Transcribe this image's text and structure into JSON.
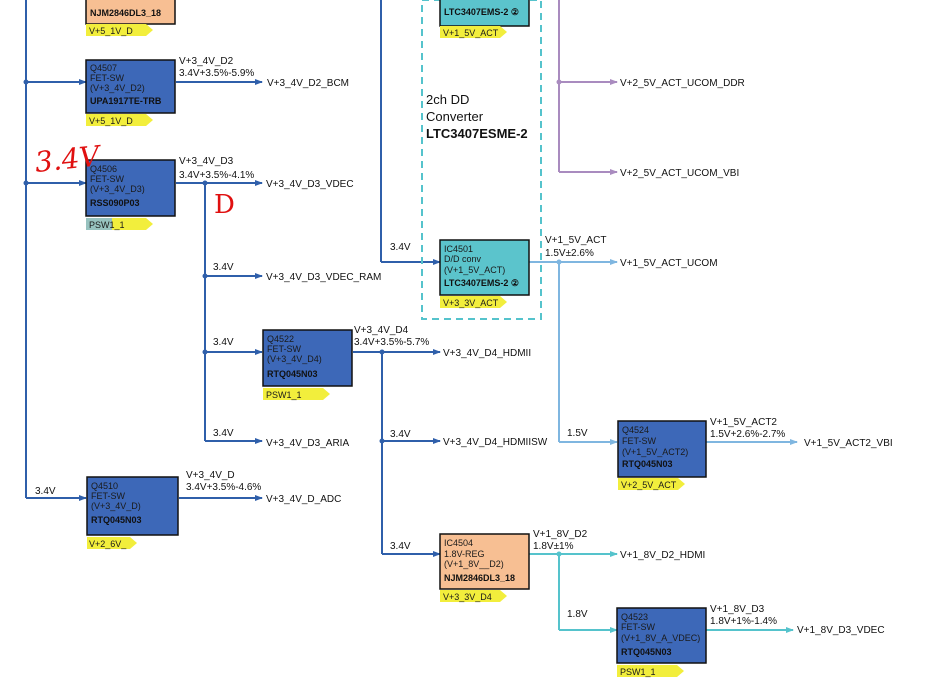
{
  "colors": {
    "blue_line": "#2f5faa",
    "light_blue_line": "#7fb6e0",
    "teal_line": "#55c3cc",
    "purple_line": "#a98bbf",
    "fet_fill": "#3d68b8",
    "dd_fill": "#5bc4cc",
    "reg_fill": "#f7bf93",
    "tag_fill": "#f2ee3c",
    "hand_red": "#e01010"
  },
  "top": {
    "reg_partial_model": "NJM2846DL3_18",
    "reg_partial_tag": "V+5_1V_D",
    "dd_partial_model": "LTC3407EMS-2 ②",
    "dd_partial_tag": "V+1_5V_ACT",
    "ucom_ddr": "V+2_5V_ACT_UCOM_DDR",
    "ucom_vbi": "V+2_5V_ACT_UCOM_VBI"
  },
  "converter_group": {
    "line1": "2ch DD",
    "line2": "Converter",
    "model": "LTC3407ESME-2"
  },
  "components": {
    "q4507": {
      "ref": "Q4507",
      "type": "FET-SW",
      "net": "(V+3_4V_D2)",
      "model": "UPA1917TE-TRB",
      "tag": "V+5_1V_D"
    },
    "q4506": {
      "ref": "Q4506",
      "type": "FET-SW",
      "net": "(V+3_4V_D3)",
      "model": "RSS090P03",
      "tag": "PSW1_1"
    },
    "q4522": {
      "ref": "Q4522",
      "type": "FET-SW",
      "net": "(V+3_4V_D4)",
      "model": "RTQ045N03",
      "tag": "PSW1_1"
    },
    "q4510": {
      "ref": "Q4510",
      "type": "FET-SW",
      "net": "(V+3_4V_D)",
      "model": "RTQ045N03",
      "tag": "V+2_6V_"
    },
    "ic4501": {
      "ref": "IC4501",
      "type": "D/D conv",
      "net": "(V+1_5V_ACT)",
      "model": "LTC3407EMS-2 ②",
      "tag": "V+3_3V_ACT"
    },
    "q4524": {
      "ref": "Q4524",
      "type": "FET-SW",
      "net": "(V+1_5V_ACT2)",
      "model": "RTQ045N03",
      "tag": "V+2_5V_ACT"
    },
    "ic4504": {
      "ref": "IC4504",
      "type": "1.8V-REG",
      "net": "(V+1_8V__D2)",
      "model": "NJM2846DL3_18",
      "tag": "V+3_3V_D4"
    },
    "q4523": {
      "ref": "Q4523",
      "type": "FET-SW",
      "net": "(V+1_8V_A_VDEC)",
      "model": "RTQ045N03",
      "tag": "PSW1_1"
    }
  },
  "rails": {
    "d2_name": "V+3_4V_D2",
    "d2_spec": "3.4V+3.5%-5.9%",
    "d2_out": "V+3_4V_D2_BCM",
    "d3_name": "V+3_4V_D3",
    "d3_spec": "3.4V+3.5%-4.1%",
    "d3_out": "V+3_4V_D3_VDEC",
    "d3_ram_v": "3.4V",
    "d3_ram": "V+3_4V_D3_VDEC_RAM",
    "d4_in_v": "3.4V",
    "d4_name": "V+3_4V_D4",
    "d4_spec": "3.4V+3.5%-5.7%",
    "d4_out": "V+3_4V_D4_HDMII",
    "d4sw_v": "3.4V",
    "d4sw": "V+3_4V_D4_HDMIISW",
    "aria_v": "3.4V",
    "aria": "V+3_4V_D3_ARIA",
    "d_in_v": "3.4V",
    "d_name": "V+3_4V_D",
    "d_spec": "3.4V+3.5%-4.6%",
    "d_out": "V+3_4V_D_ADC",
    "act_in_v": "3.4V",
    "act_name": "V+1_5V_ACT",
    "act_spec": "1.5V±2.6%",
    "act_out": "V+1_5V_ACT_UCOM",
    "act2_in_v": "1.5V",
    "act2_name": "V+1_5V_ACT2",
    "act2_spec": "1.5V+2.6%-2.7%",
    "act2_out": "V+1_5V_ACT2_VBI",
    "reg_in_v": "3.4V",
    "d2_18_name": "V+1_8V_D2",
    "d2_18_spec": "1.8V±1%",
    "d2_18_out": "V+1_8V_D2_HDMI",
    "d3_18_in_v": "1.8V",
    "d3_18_name": "V+1_8V_D3",
    "d3_18_spec": "1.8V+1%-1.4%",
    "d3_18_out": "V+1_8V_D3_VDEC"
  },
  "annotations": {
    "voltage_note": "3.4V",
    "mark": "D"
  }
}
